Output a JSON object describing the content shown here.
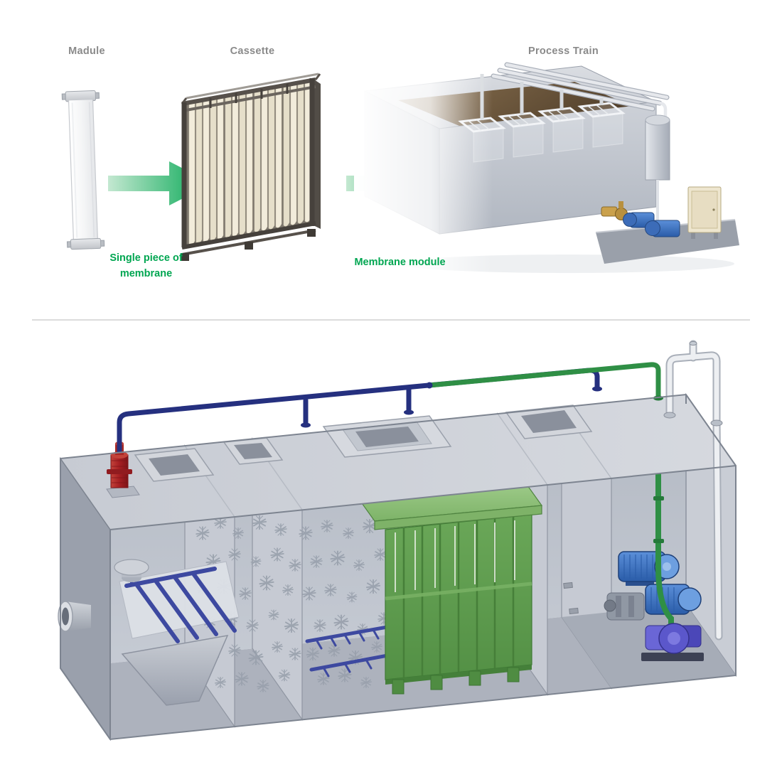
{
  "colors": {
    "accent_green": "#00a651",
    "label_gray": "#8a8a8a",
    "divider_gray": "#dcdcdc",
    "pipe_navy": "#25307f",
    "pipe_green": "#2f8f45",
    "cassette_green": "#5f9c4f",
    "pump_red": "#a51e22",
    "motor_blue": "#3c6cb8"
  },
  "labels": {
    "module": "Madule",
    "cassette": "Cassette",
    "process_train": "Process Train"
  },
  "captions": {
    "single_piece_line1": "Single piece of",
    "single_piece_line2": "membrane",
    "membrane_module": "Membrane module"
  },
  "graphics": {
    "flow_arrow": "green-right-arrow",
    "module_graphic": "single-membrane-sheet",
    "cassette_graphic": "membrane-cassette-frame",
    "process_train_graphic": "containerized-process-train",
    "plant_graphic": "mbr-plant-3d-cutaway"
  }
}
